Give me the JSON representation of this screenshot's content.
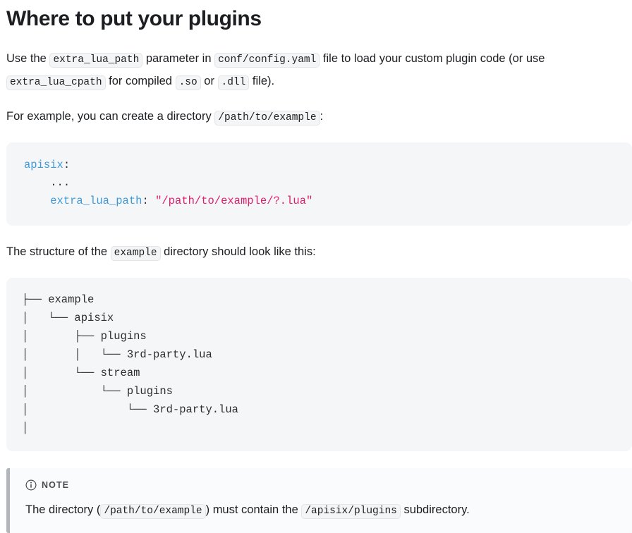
{
  "page": {
    "title": "Where to put your plugins"
  },
  "paragraphs": {
    "intro": {
      "s1": "Use the ",
      "code1": "extra_lua_path",
      "s2": " parameter in ",
      "code2": "conf/config.yaml",
      "s3": " file to load your custom plugin code (or use ",
      "code3": "extra_lua_cpath",
      "s4": " for compiled ",
      "code4": ".so",
      "s5": " or ",
      "code5": ".dll",
      "s6": " file)."
    },
    "example": {
      "s1": "For example, you can create a directory ",
      "code1": "/path/to/example",
      "s2": ":"
    },
    "structure": {
      "s1": "The structure of the ",
      "code1": "example",
      "s2": " directory should look like this:"
    }
  },
  "yaml_block": {
    "language": "yaml",
    "lines": [
      {
        "key": "apisix",
        "punct": ":",
        "value": "",
        "indent": 0
      },
      {
        "key": "",
        "punct": "",
        "value": "...",
        "indent": 1
      },
      {
        "key": "extra_lua_path",
        "punct": ": ",
        "value": "\"/path/to/example/?.lua\"",
        "indent": 1
      }
    ]
  },
  "tree_block": {
    "lines": [
      "├── example",
      "│   └── apisix",
      "│       ├── plugins",
      "│       │   └── 3rd-party.lua",
      "│       └── stream",
      "│           └── plugins",
      "│               └── 3rd-party.lua",
      "│"
    ]
  },
  "note": {
    "icon": "info-circle-icon",
    "label": "NOTE",
    "body": {
      "s1": "The directory (",
      "code1": "/path/to/example",
      "s2": ") must contain the ",
      "code2": "/apisix/plugins",
      "s3": " subdirectory."
    }
  },
  "colors": {
    "text": "#1c1e21",
    "code_bg": "#f5f6f8",
    "inline_code_bg": "#f4f5f7",
    "yaml_key": "#3c9ad8",
    "yaml_string": "#df1d6e",
    "note_border": "#b2b6bb",
    "note_bg": "#fafbfc"
  }
}
